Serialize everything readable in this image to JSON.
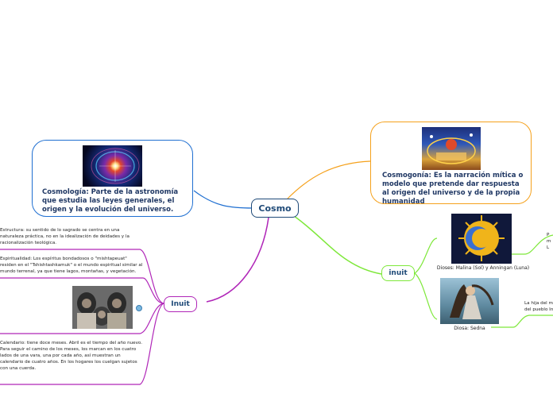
{
  "central": {
    "label": "Cosmo"
  },
  "cosmologia": {
    "text": "Cosmología: Parte de la astronomía que estudia las leyes generales, el origen y la evolución del universo."
  },
  "cosmogonia": {
    "text": "Cosmogonía: Es la narración mítica o modelo que pretende dar respuesta al origen del universo y de la propia humanidad"
  },
  "inuit_right": {
    "label": "inuit",
    "dioses_caption": "Dioses: Malina (Sol) y Anningan (Luna)",
    "diosa_caption": "Diosa: Sedna",
    "side_text_1": "P\nm\nL",
    "side_text_2": "La hija del m\ndel pueblo In"
  },
  "inuit_left": {
    "label": "Inuit",
    "estructura": "Estructura: su sentido de lo sagrado se centra en una naturaleza práctica, no en la idealización de deidades y la racionalización teológica.",
    "espiritualidad": "Espiritualidad: Los espíritus bondadosos o \"mishtapeuat\" residen en el \"Tshishtashkamuk\" o el mundo espiritual similar al mundo terrenal, ya que tiene lagos, montañas, y vegetación.",
    "calendario": "Calendario: tiene doce meses. Abril es el tiempo del año nuevo.\nPara seguir el camino de los meses, los marcan en los cuatro lados de una vara, una por cada año, así muestran un calendario de cuatro años. En los hogares los cuelgan sujetos con una cuerda."
  },
  "colors": {
    "blue": "#1f6fd1",
    "orange": "#f5a11c",
    "green": "#7ee83a",
    "purple": "#b026b8",
    "dark": "#1f4a78"
  },
  "icons": [
    "galaxy-image",
    "cosmos-illustration-image",
    "sun-moon-image",
    "sedna-image",
    "inuit-family-image",
    "link-icon"
  ]
}
